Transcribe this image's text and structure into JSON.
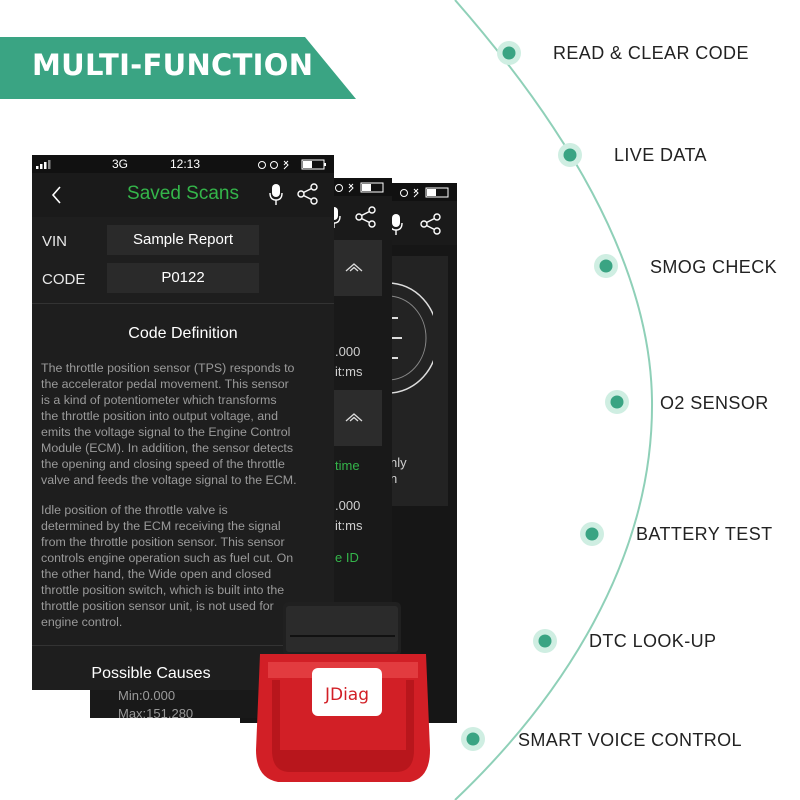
{
  "banner": {
    "title": "MULTI-FUNCTION"
  },
  "colors": {
    "accent": "#3aa483",
    "dot": "#3aa483",
    "app_green": "#34b54a",
    "adapter_red": "#d21f26"
  },
  "features": [
    {
      "label": "READ & CLEAR CODE"
    },
    {
      "label": "LIVE DATA"
    },
    {
      "label": "SMOG CHECK"
    },
    {
      "label": "O2 SENSOR"
    },
    {
      "label": "BATTERY TEST"
    },
    {
      "label": "DTC LOOK-UP"
    },
    {
      "label": "SMART VOICE CONTROL"
    }
  ],
  "phone": {
    "status": {
      "network": "3G",
      "time": "12:13"
    },
    "title": "Saved Scans",
    "icons": {
      "back": "chevron-left-icon",
      "mic": "microphone-icon",
      "share": "share-icon"
    },
    "vin_label": "VIN",
    "vin_value": "Sample Report",
    "code_label": "CODE",
    "code_value": "P0122",
    "definition_title": "Code Definition",
    "definition_lines_1": [
      "The throttle position sensor (TPS) responds to",
      "the accelerator pedal movement. This sensor",
      "is a kind of potentiometer which transforms",
      "the throttle position into output voltage, and",
      "emits the voltage signal to the Engine Control",
      "Module (ECM). In addition, the sensor detects",
      "the opening and closing speed of the throttle",
      "valve and feeds the voltage signal to the ECM."
    ],
    "definition_lines_2": [
      "Idle position of the throttle valve is",
      "determined by the ECM receiving the signal",
      "from the throttle position sensor. This sensor",
      "controls engine operation such as fuel cut. On",
      "the other hand, the Wide open and closed",
      "throttle position switch, which is built into the",
      "throttle position sensor unit, is not used for",
      "engine control."
    ],
    "causes_title": "Possible Causes"
  },
  "back_phone_1": {
    "value_a": ".000",
    "unit_a": "it:ms",
    "green_a": "time",
    "value_b": ".000",
    "unit_b": "it:ms",
    "green_b": "e ID",
    "min": "Min:0.000",
    "max": "Max:151.280"
  },
  "back_phone_2": {
    "text_a": "nly",
    "text_b": "n"
  },
  "adapter": {
    "brand": "JDiag"
  }
}
